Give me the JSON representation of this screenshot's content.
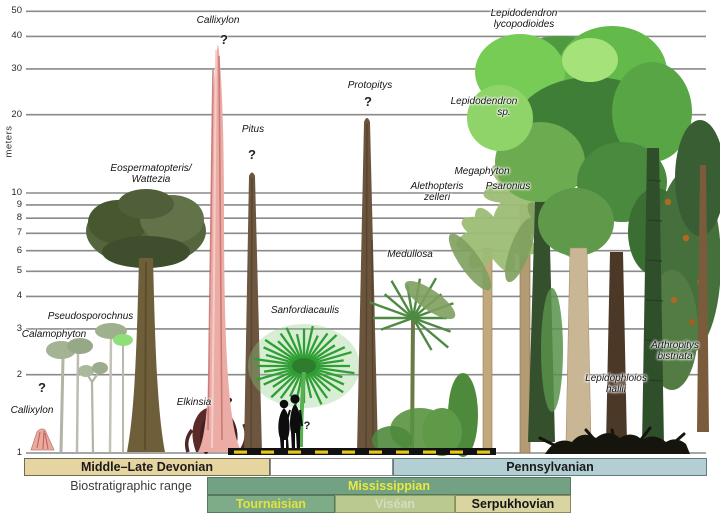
{
  "axis": {
    "unit": "meters",
    "ticks": [
      {
        "value": 1,
        "label": "1"
      },
      {
        "value": 2,
        "label": "2"
      },
      {
        "value": 3,
        "label": "3"
      },
      {
        "value": 4,
        "label": "4"
      },
      {
        "value": 5,
        "label": "5"
      },
      {
        "value": 6,
        "label": "6"
      },
      {
        "value": 7,
        "label": "7"
      },
      {
        "value": 8,
        "label": "8"
      },
      {
        "value": 9,
        "label": "9"
      },
      {
        "value": 10,
        "label": "10"
      },
      {
        "value": 20,
        "label": "20"
      },
      {
        "value": 30,
        "label": "30"
      },
      {
        "value": 40,
        "label": "40"
      },
      {
        "value": 50,
        "label": "50"
      }
    ]
  },
  "trees": {
    "callixylon_top": {
      "label": "Callixylon",
      "query": "?"
    },
    "eospermatopteris": {
      "label": "Eospermatopteris/",
      "label2": "Wattezia"
    },
    "pseudosporochnus": {
      "label": "Pseudosporochnus"
    },
    "calamophyton": {
      "label": "Calamophyton"
    },
    "callixylon_bottom": {
      "label": "Callixylon",
      "query": "?"
    },
    "elkinsia": {
      "label": "Elkinsia"
    },
    "pitus": {
      "label": "Pitus",
      "query": "?"
    },
    "sanfordiacaulis": {
      "label": "Sanfordiacaulis",
      "query": "?"
    },
    "protopitys": {
      "label": "Protopitys",
      "query": "?"
    },
    "medullosa": {
      "label": "Medullosa"
    },
    "alethopteris": {
      "label": "Alethopteris",
      "label2": "zelleri"
    },
    "megaphyton": {
      "label": "Megaphyton"
    },
    "psaronius": {
      "label": "Psaronius"
    },
    "lepidodendron_sp": {
      "label": "Lepidodendron",
      "label2": "sp."
    },
    "lepidodendron_lyco": {
      "label": "Lepidodendron",
      "label2": "lycopodioides"
    },
    "lepidophloios": {
      "label": "Lepidophloios",
      "label2": "hallii"
    },
    "arthropitys": {
      "label": "Arthropitys",
      "label2": "bistriata"
    }
  },
  "timeline": {
    "caption": "Biostratigraphic range",
    "devonian": {
      "label": "Middle–Late Devonian"
    },
    "pennsylvanian": {
      "label": "Pennsylvanian"
    },
    "mississippian": {
      "label": "Mississippian"
    },
    "tournaisian": {
      "label": "Tournaisian"
    },
    "visean": {
      "label": "Viséan"
    },
    "serpukhovian": {
      "label": "Serpukhovian"
    }
  },
  "colors": {
    "devonian_bar": "#e7d5a1",
    "pennsylvanian_bar": "#b4cfd4",
    "mississippian_bar": "#73a183",
    "tournaisian_bar": "#7eac89",
    "visean_bar": "#b9c98f",
    "serpukhovian_bar": "#d9d5a1",
    "stage_text_yellow": "#e9e93f",
    "visean_text": "#d4dcc4",
    "gridline": "#8a8a8a",
    "scalebar_black": "#111111",
    "scalebar_yellow": "#e6c719"
  }
}
